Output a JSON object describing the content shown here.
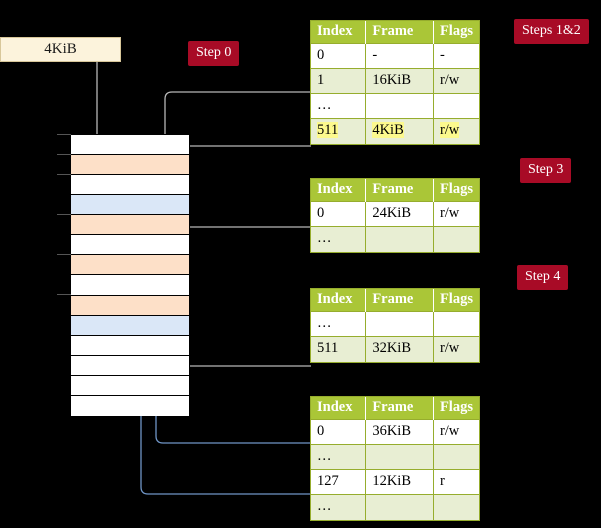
{
  "diagram": {
    "title_box": {
      "label": "4KiB"
    },
    "badges": [
      {
        "name": "step-0",
        "label": "Step 0"
      },
      {
        "name": "steps-1-2",
        "label": "Steps 1&2"
      },
      {
        "name": "step-3",
        "label": "Step 3"
      },
      {
        "name": "step-4",
        "label": "Step 4"
      }
    ],
    "columns": [
      "Index",
      "Frame",
      "Flags"
    ],
    "tables": [
      {
        "name": "page-table-level-4",
        "rows": [
          {
            "index": "0",
            "frame": "-",
            "flags": "-",
            "style": "plain",
            "highlight": false
          },
          {
            "index": "1",
            "frame": "16KiB",
            "flags": "r/w",
            "style": "alt",
            "highlight": false
          },
          {
            "index": "…",
            "frame": "",
            "flags": "",
            "style": "plain",
            "highlight": false
          },
          {
            "index": "511",
            "frame": "4KiB",
            "flags": "r/w",
            "style": "alt",
            "highlight": true
          }
        ]
      },
      {
        "name": "page-table-level-3",
        "rows": [
          {
            "index": "0",
            "frame": "24KiB",
            "flags": "r/w",
            "style": "plain",
            "highlight": false
          },
          {
            "index": "…",
            "frame": "",
            "flags": "",
            "style": "alt",
            "highlight": false
          }
        ]
      },
      {
        "name": "page-table-level-2",
        "rows": [
          {
            "index": "…",
            "frame": "",
            "flags": "",
            "style": "plain",
            "highlight": false
          },
          {
            "index": "511",
            "frame": "32KiB",
            "flags": "r/w",
            "style": "alt",
            "highlight": false
          }
        ]
      },
      {
        "name": "page-table-level-1",
        "rows": [
          {
            "index": "0",
            "frame": "36KiB",
            "flags": "r/w",
            "style": "plain",
            "highlight": false
          },
          {
            "index": "…",
            "frame": "",
            "flags": "",
            "style": "alt",
            "highlight": false
          },
          {
            "index": "127",
            "frame": "12KiB",
            "flags": "r",
            "style": "plain",
            "highlight": false
          },
          {
            "index": "…",
            "frame": "",
            "flags": "",
            "style": "alt",
            "highlight": false
          }
        ]
      }
    ],
    "memory_frames": [
      {
        "fill": "white"
      },
      {
        "fill": "peach"
      },
      {
        "fill": "white"
      },
      {
        "fill": "blue"
      },
      {
        "fill": "peach"
      },
      {
        "fill": "white"
      },
      {
        "fill": "peach"
      },
      {
        "fill": "white"
      },
      {
        "fill": "peach"
      },
      {
        "fill": "blue"
      },
      {
        "fill": "white"
      },
      {
        "fill": "white"
      },
      {
        "fill": "white"
      },
      {
        "fill": "white"
      }
    ],
    "colors": {
      "badge_red": "#a80b26",
      "header_green": "#aac637",
      "row_alt_green": "#e8eed3",
      "highlight_yellow": "#fcf98d",
      "frame_peach": "#fde0c8",
      "frame_blue": "#dae7f7",
      "cream": "#fcf3dc",
      "arrow_gray": "#b7b7b7",
      "arrow_blue": "#5b83b8",
      "background": "#000000"
    }
  }
}
